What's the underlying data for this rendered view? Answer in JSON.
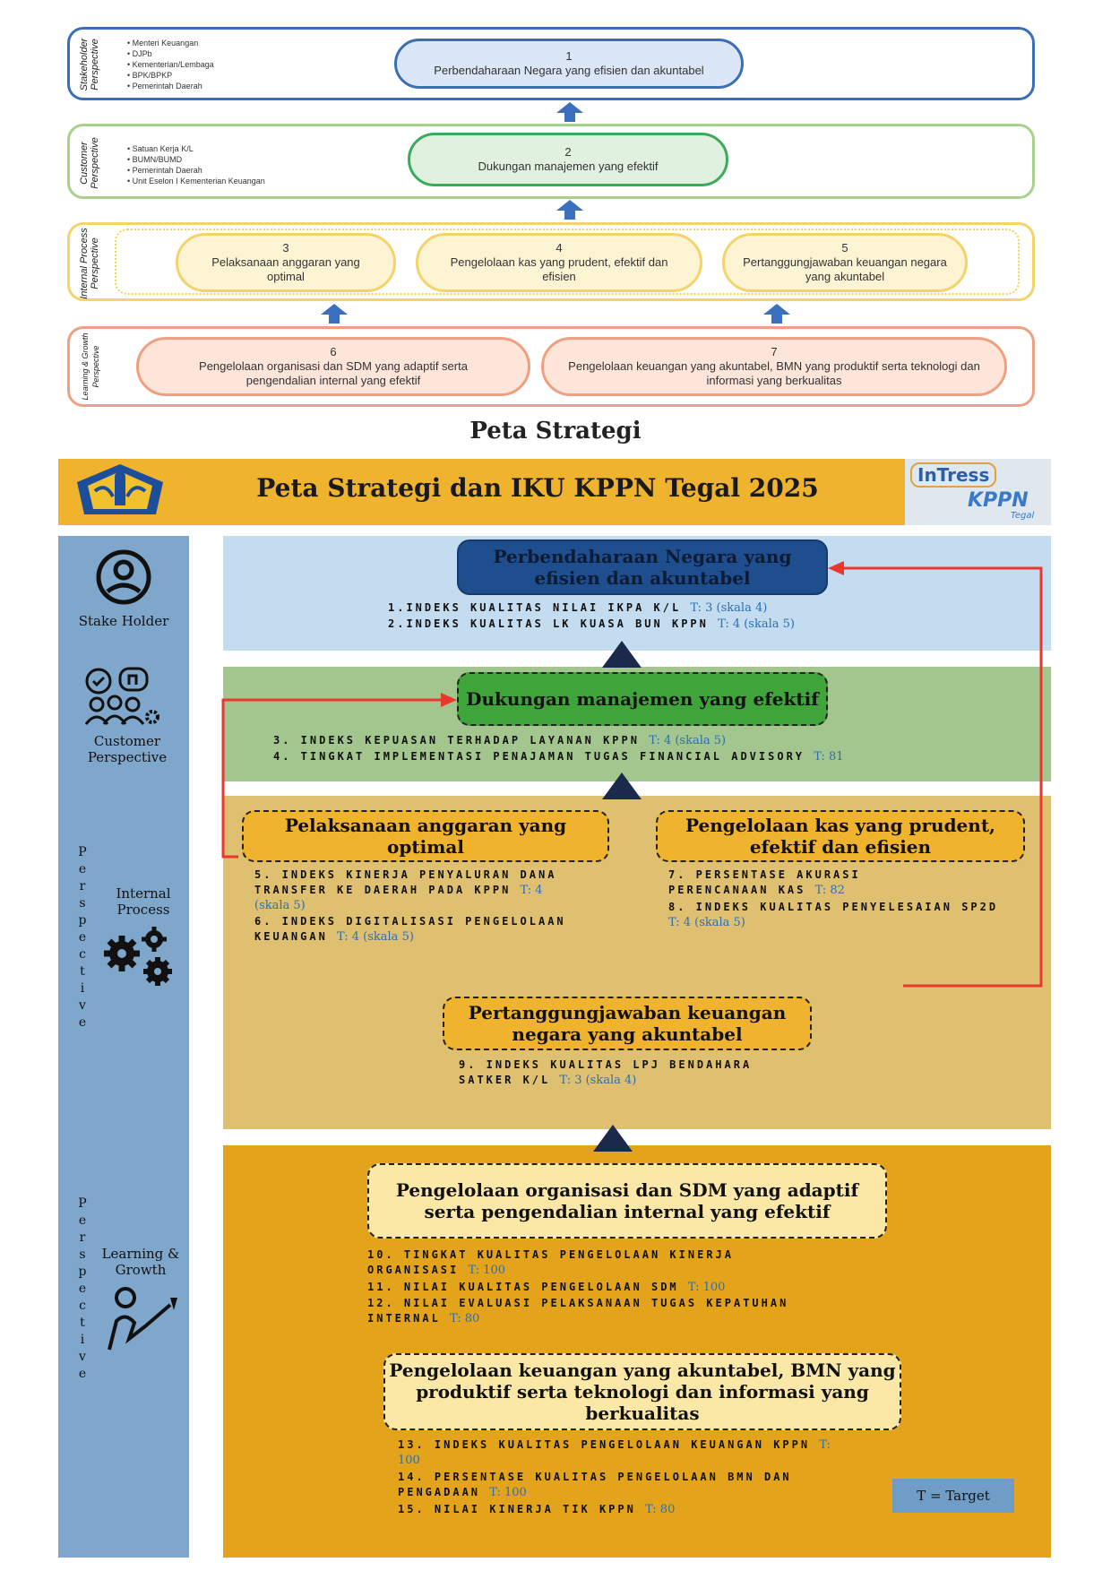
{
  "top_map": {
    "perspectives": [
      {
        "label": "Stakeholder Perspective",
        "bullets": [
          "Menteri Keuangan",
          "DJPb",
          "Kementerian/Lembaga",
          "BPK/BPKP",
          "Pemerintah Daerah"
        ]
      },
      {
        "label": "Customer Perspective",
        "bullets": [
          "Satuan Kerja K/L",
          "BUMN/BUMD",
          "Pemerintah Daerah",
          "Unit Eselon I Kementerian Keuangan"
        ]
      },
      {
        "label": "Internal Process Perspective",
        "bullets": []
      },
      {
        "label": "Learning & Growth Perspective",
        "bullets": []
      }
    ],
    "objectives": [
      {
        "num": "1",
        "text": "Perbendaharaan Negara yang efisien dan akuntabel"
      },
      {
        "num": "2",
        "text": "Dukungan manajemen yang efektif"
      },
      {
        "num": "3",
        "text": "Pelaksanaan anggaran yang optimal"
      },
      {
        "num": "4",
        "text": "Pengelolaan kas yang prudent, efektif dan efisien"
      },
      {
        "num": "5",
        "text": "Pertanggungjawaban keuangan negara yang akuntabel"
      },
      {
        "num": "6",
        "text": "Pengelolaan organisasi dan SDM yang adaptif serta pengendalian internal yang efektif"
      },
      {
        "num": "7",
        "text": "Pengelolaan keuangan yang akuntabel, BMN yang produktif serta teknologi dan informasi yang berkualitas"
      }
    ],
    "caption": "Peta Strategi"
  },
  "poster": {
    "title": "Peta Strategi dan IKU KPPN Tegal 2025",
    "logo_right_1": "InTress",
    "logo_right_2": "KPPN",
    "logo_right_3": "Tegal",
    "sidebar": {
      "stakeholder": "Stake Holder",
      "customer": "Customer Perspective",
      "internal": "Internal Process",
      "learning": "Learning & Growth",
      "perspective_letters": [
        "P",
        "e",
        "r",
        "s",
        "p",
        "e",
        "c",
        "t",
        "i",
        "v",
        "e"
      ]
    },
    "goals": {
      "g1": "Perbendaharaan Negara yang efisien dan akuntabel",
      "g2": "Dukungan manajemen yang efektif",
      "g3": "Pelaksanaan anggaran yang optimal",
      "g4": "Pengelolaan kas yang prudent, efektif dan efisien",
      "g5": "Pertanggungjawaban keuangan negara yang akuntabel",
      "g6": "Pengelolaan organisasi dan SDM yang adaptif serta pengendalian internal yang efektif",
      "g7": "Pengelolaan keuangan yang akuntabel, BMN yang produktif serta teknologi dan informasi yang berkualitas"
    },
    "indicators": {
      "i1": {
        "text": "1.INDEKS KUALITAS NILAI IKPA K/L",
        "target": "T: 3 (skala 4)"
      },
      "i2": {
        "text": "2.INDEKS KUALITAS LK KUASA BUN KPPN",
        "target": "T: 4 (skala 5)"
      },
      "i3": {
        "text": "3. INDEKS KEPUASAN TERHADAP LAYANAN KPPN",
        "target": "T: 4 (skala 5)"
      },
      "i4": {
        "text": "4. TINGKAT IMPLEMENTASI PENAJAMAN TUGAS FINANCIAL ADVISORY",
        "target": "T: 81"
      },
      "i5": {
        "text": "5. INDEKS KINERJA PENYALURAN DANA TRANSFER KE DAERAH PADA KPPN",
        "target": "T: 4 (skala 5)"
      },
      "i6": {
        "text": "6. INDEKS DIGITALISASI PENGELOLAAN KEUANGAN",
        "target": "T: 4 (skala 5)"
      },
      "i7": {
        "text": "7. PERSENTASE AKURASI PERENCANAAN KAS",
        "target": "T: 82"
      },
      "i8": {
        "text": "8. INDEKS KUALITAS PENYELESAIAN SP2D",
        "target": "T: 4 (skala 5)"
      },
      "i9": {
        "text": "9. INDEKS KUALITAS LPJ BENDAHARA SATKER K/L",
        "target": "T: 3 (skala 4)"
      },
      "i10": {
        "text": "10. TINGKAT KUALITAS PENGELOLAAN KINERJA ORGANISASI",
        "target": "T: 100"
      },
      "i11": {
        "text": "11. NILAI KUALITAS PENGELOLAAN SDM",
        "target": "T: 100"
      },
      "i12": {
        "text": "12. NILAI EVALUASI PELAKSANAAN TUGAS KEPATUHAN INTERNAL",
        "target": "T: 80"
      },
      "i13": {
        "text": "13. INDEKS KUALITAS PENGELOLAAN KEUANGAN KPPN",
        "target": "T: 100"
      },
      "i14": {
        "text": "14. PERSENTASE KUALITAS PENGELOLAAN BMN DAN PENGADAAN",
        "target": "T: 100"
      },
      "i15": {
        "text": "15. NILAI KINERJA TIK KPPN",
        "target": "T: 80"
      }
    },
    "legend": "T = Target"
  },
  "colors": {
    "stakeholder_band": "#c3dcef",
    "customer_band": "#a3c58e",
    "internal_band": "#dfbf70",
    "learning_band": "#e3a31b",
    "header": "#efb32e",
    "sidebar": "#7fa7cb",
    "arrow_red": "#e8392f"
  }
}
